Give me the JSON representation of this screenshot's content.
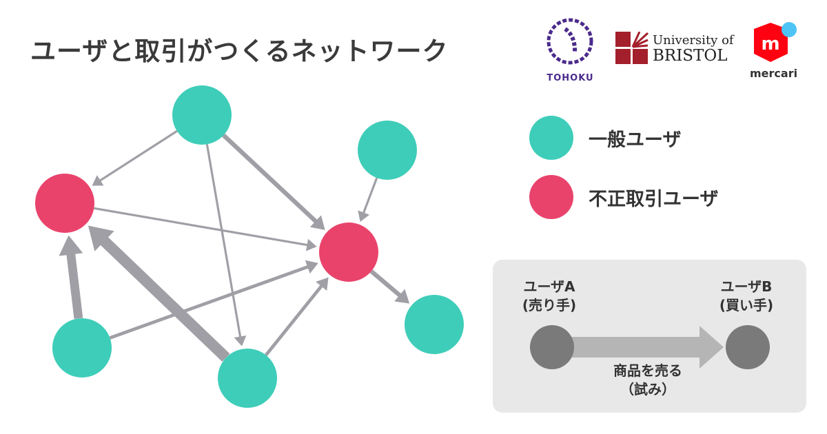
{
  "title": "ユーザと取引がつくるネットワーク",
  "logos": {
    "tohoku": {
      "text": "TOHOKU",
      "color": "#4b2a8c"
    },
    "bristol": {
      "line1": "University of",
      "line2": "BRISTOL",
      "color": "#a31f2b"
    },
    "mercari": {
      "text": "mercari",
      "glyph": "m",
      "color": "#ff0211",
      "accent": "#4dc4f5"
    }
  },
  "legend": {
    "normal": {
      "label": "一般ユーザ",
      "color": "#3ecdb9"
    },
    "fraud": {
      "label": "不正取引ユーザ",
      "color": "#e9436c"
    }
  },
  "explain": {
    "user_a": "ユーザA",
    "user_a_role": "(売り手)",
    "user_b": "ユーザB",
    "user_b_role": "(買い手)",
    "action": "商品を売る",
    "action_note": "（試み）",
    "node_color": "#7a7a7a",
    "arrow_color": "#b5b5b5"
  },
  "network": {
    "edge_color": "#a09fa6",
    "nodes": [
      {
        "id": "n1",
        "type": "normal"
      },
      {
        "id": "n2",
        "type": "normal"
      },
      {
        "id": "n3",
        "type": "fraud"
      },
      {
        "id": "n4",
        "type": "fraud"
      },
      {
        "id": "n5",
        "type": "normal"
      },
      {
        "id": "n6",
        "type": "normal"
      },
      {
        "id": "n7",
        "type": "normal"
      }
    ],
    "edges": [
      {
        "from": "n1",
        "to": "n3",
        "weight": 1
      },
      {
        "from": "n1",
        "to": "n6",
        "weight": 1
      },
      {
        "from": "n1",
        "to": "n4",
        "weight": 2
      },
      {
        "from": "n2",
        "to": "n4",
        "weight": 1
      },
      {
        "from": "n3",
        "to": "n4",
        "weight": 1
      },
      {
        "from": "n5",
        "to": "n3",
        "weight": 4
      },
      {
        "from": "n6",
        "to": "n3",
        "weight": 5
      },
      {
        "from": "n5",
        "to": "n4",
        "weight": 1.5
      },
      {
        "from": "n6",
        "to": "n4",
        "weight": 1.5
      },
      {
        "from": "n4",
        "to": "n7",
        "weight": 2
      }
    ]
  }
}
